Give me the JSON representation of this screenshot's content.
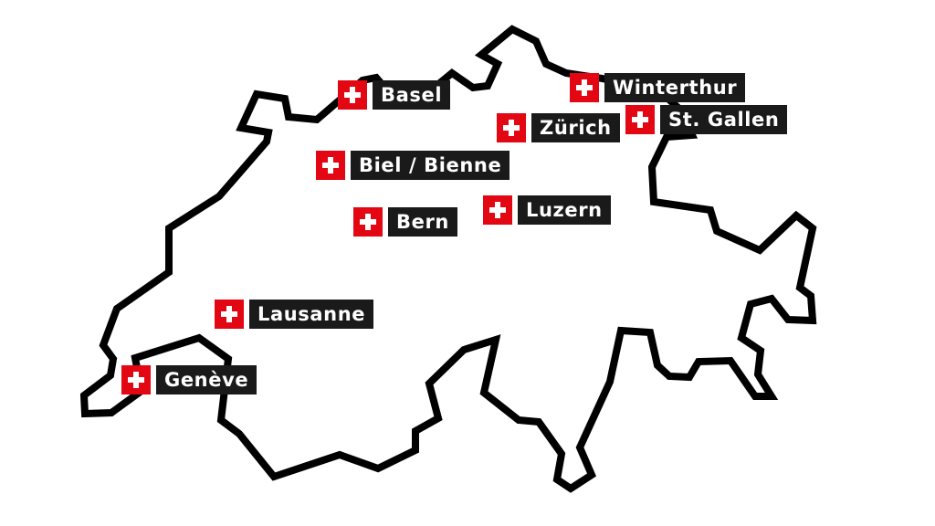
{
  "map": {
    "region": "Switzerland",
    "outline_color": "#000000",
    "background_color": "#ffffff"
  },
  "flag": {
    "icon": "swiss-flag-icon",
    "color": "#e30613",
    "cross_color": "#ffffff"
  },
  "label_style": {
    "background": "#1a1a1a",
    "text_color": "#ffffff"
  },
  "cities": [
    {
      "id": "basel",
      "name": "Basel"
    },
    {
      "id": "winterthur",
      "name": "Winterthur"
    },
    {
      "id": "zurich",
      "name": "Zürich"
    },
    {
      "id": "st-gallen",
      "name": "St. Gallen"
    },
    {
      "id": "biel-bienne",
      "name": "Biel / Bienne"
    },
    {
      "id": "luzern",
      "name": "Luzern"
    },
    {
      "id": "bern",
      "name": "Bern"
    },
    {
      "id": "lausanne",
      "name": "Lausanne"
    },
    {
      "id": "geneve",
      "name": "Genève"
    }
  ]
}
